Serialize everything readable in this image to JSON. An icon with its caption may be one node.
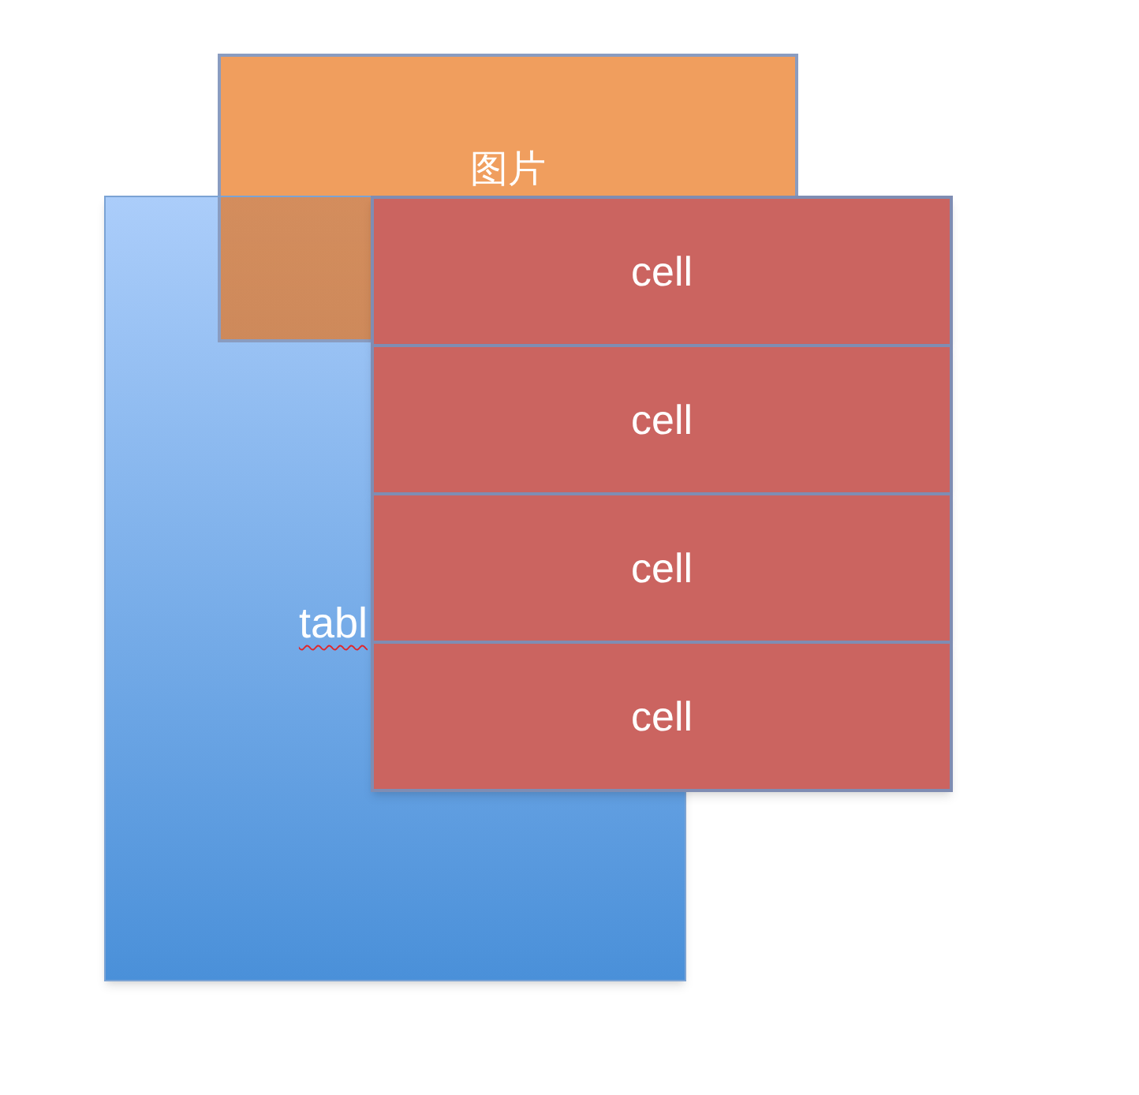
{
  "diagram": {
    "nodes": [
      {
        "text": [
          "图片"
        ]
      },
      {
        "text": [
          "tabl"
        ]
      },
      {
        "text": [
          "cell"
        ]
      },
      {
        "text": [
          "cell"
        ]
      },
      {
        "text": [
          "cell"
        ]
      },
      {
        "text": [
          "cell"
        ]
      }
    ]
  }
}
